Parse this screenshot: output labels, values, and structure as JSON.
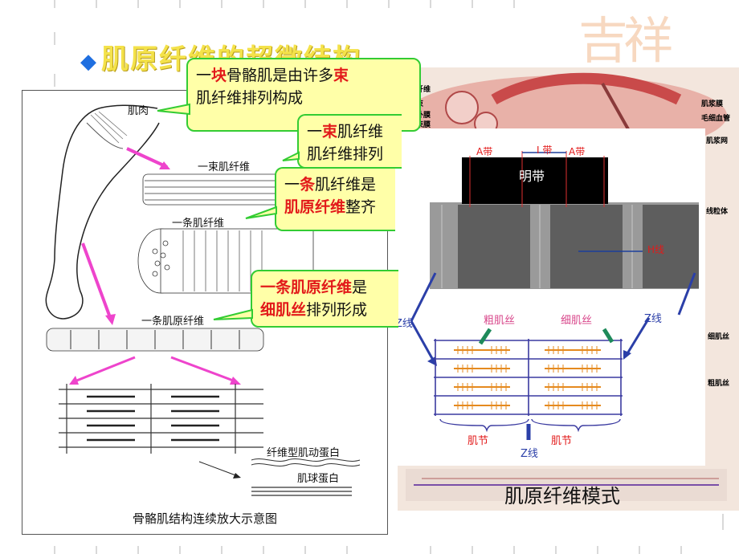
{
  "title": "肌原纤维的超微结构",
  "decor_text": "吉祥",
  "left_figure": {
    "labels": {
      "muscle": "肌肉",
      "bundle": "一束肌纤维",
      "fiber": "一条肌纤维",
      "myofibril": "一条肌原纤维",
      "actin_fibrous": "纤维型肌动蛋白",
      "actin_globular": "肌球蛋白"
    },
    "caption": "骨骼肌结构连续放大示意图"
  },
  "callouts": [
    {
      "pre": "一",
      "key": "块",
      "post": "骨骼肌是由许多",
      "key2": "束",
      "line2": "肌纤维排列构成"
    },
    {
      "pre": "一",
      "key": "束",
      "post": "肌纤维",
      "line2": "肌纤维排列"
    },
    {
      "pre": "一",
      "key": "条",
      "post": "肌纤维是",
      "line2_key": "肌原纤维",
      "line2_post": "整齐"
    },
    {
      "line1_key": "一条肌原纤维",
      "line1_post": "是",
      "line2_key": "细肌丝",
      "line2_post": "排列形成"
    }
  ],
  "right_figure": {
    "back_labels_left": [
      "肌纤维",
      "肌束",
      "肌外膜",
      "肌束膜"
    ],
    "back_labels_right": [
      "肌浆膜",
      "毛细血管",
      "肌浆网",
      "线粒体",
      "细肌丝",
      "粗肌丝"
    ],
    "band_labels": {
      "a1": "A带",
      "i": "I 带",
      "a2": "A带",
      "light": "明带"
    },
    "h_line": "H线",
    "z_line": "Z线",
    "thick": "粗肌丝",
    "thin": "细肌丝",
    "sarcomere": "肌节",
    "caption": "肌原纤维模式"
  },
  "colors": {
    "title": "#f4e24a",
    "accent_red": "#e21a1a",
    "callout_bg": "#ffffa8",
    "callout_border": "#33cc33",
    "arrow": "#ee44cc",
    "blue": "#2b3fa8",
    "orange": "#e58a1f"
  }
}
